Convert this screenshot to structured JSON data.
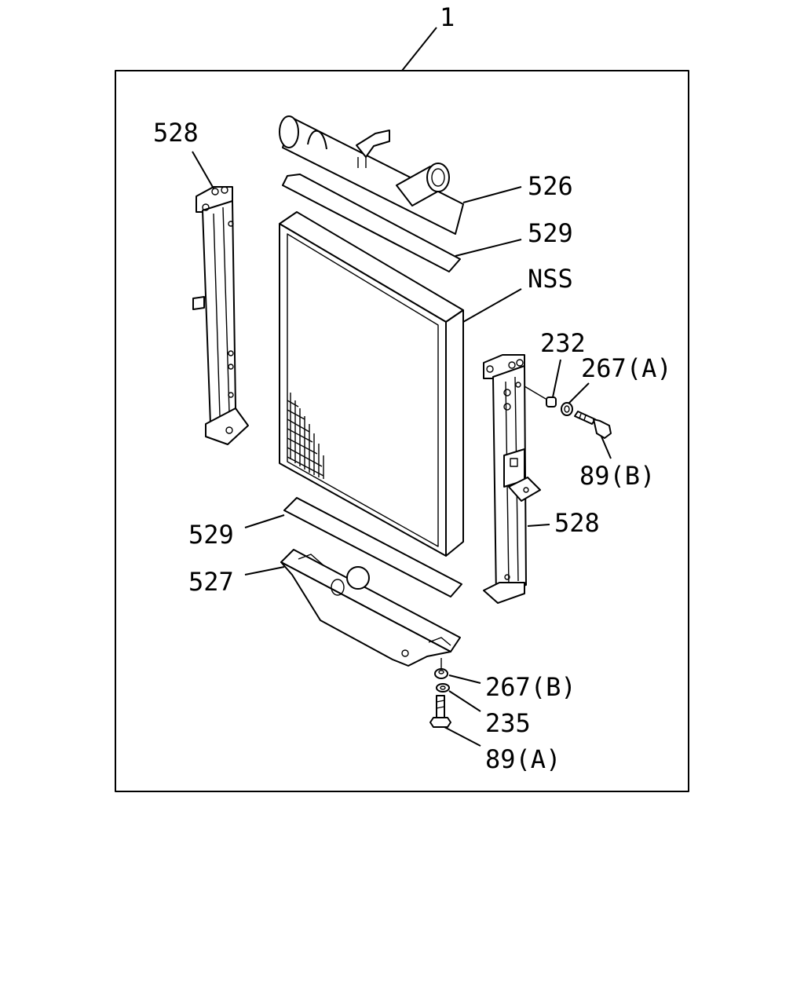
{
  "assembly": {
    "number": "1"
  },
  "labels": {
    "bracket_left": "528",
    "upper_tank": "526",
    "seal_upper": "529",
    "core": "NSS",
    "bolt_232": "232",
    "washer_267a": "267(A)",
    "bolt_89b": "89(B)",
    "bracket_right": "528",
    "seal_lower": "529",
    "lower_tank": "527",
    "washer_267b": "267(B)",
    "washer_235": "235",
    "bolt_89a": "89(A)"
  }
}
